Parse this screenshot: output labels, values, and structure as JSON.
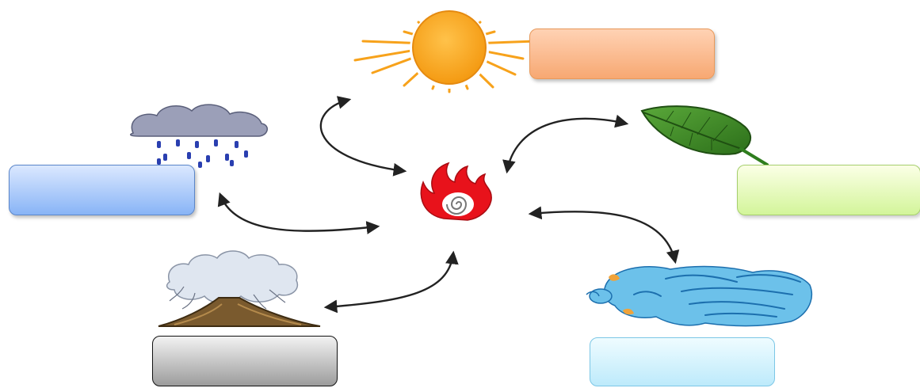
{
  "diagram": {
    "center": {
      "icon": "fire-icon"
    },
    "nodes": [
      {
        "id": "sun",
        "icon": "sun-icon",
        "label": "",
        "color": "#f7a872"
      },
      {
        "id": "rain",
        "icon": "rain-cloud-icon",
        "label": "",
        "color": "#88b4f6"
      },
      {
        "id": "leaf",
        "icon": "leaf-icon",
        "label": "",
        "color": "#d3f59a"
      },
      {
        "id": "volcano",
        "icon": "volcano-icon",
        "label": "",
        "color": "#9c9c9c"
      },
      {
        "id": "wind",
        "icon": "wind-icon",
        "label": "",
        "color": "#bdeafb"
      }
    ]
  },
  "colors": {
    "arrow": "#222222",
    "sun": "#f7a21b",
    "fire": "#e8121b",
    "leaf": "#2f7d1e",
    "rain": "#2a3fb0",
    "wind": "#4aa6dc",
    "volcano": "#7a5a2e"
  }
}
